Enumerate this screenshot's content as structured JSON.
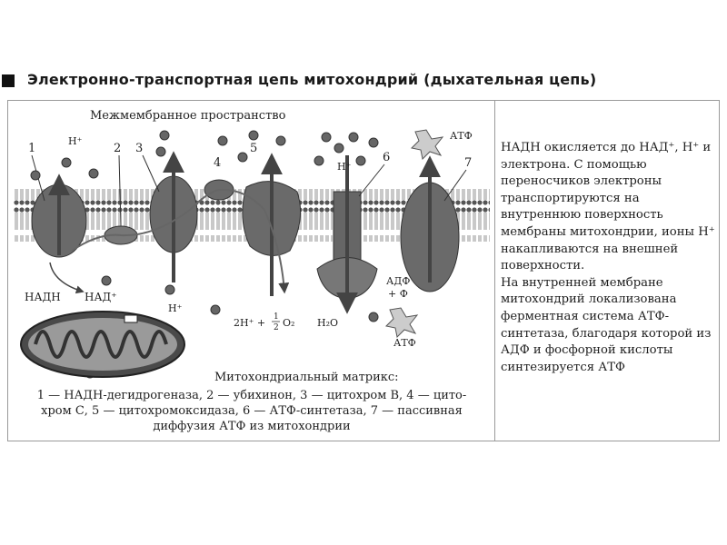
{
  "title": "Электронно-транспортная цепь митохондрий (дыхательная цепь)",
  "diagram": {
    "intermembrane_label": "Межмембранное пространство",
    "matrix_label": "Митохондриальный матрикс:",
    "numbers": [
      "1",
      "2",
      "3",
      "4",
      "5",
      "6",
      "7"
    ],
    "labels": {
      "h_plus_top": "H⁺",
      "h_plus_top2": "H⁺",
      "h_plus_bottom": "H⁺",
      "atp_top": "АТФ",
      "atp_bottom": "АТФ",
      "nadh": "НАДН",
      "nad_plus": "НАД⁺",
      "adp": "АДФ",
      "plus_p": "+ Ф",
      "water": "H₂O",
      "two_h": "2H⁺ +",
      "half_num": "1",
      "half_den": "2",
      "o2": "O₂"
    },
    "legend_lines": [
      "1 — НАДН-дегидрогеназа, 2 — убихинон, 3 — цитохром В, 4 — цито-",
      "хром С, 5 — цитохромоксидаза, 6 — АТФ-синтетаза, 7 — пассивная",
      "диффузия АТФ из митохондрии"
    ]
  },
  "side_paragraphs": [
    "НАДН окисляется до НАД⁺, H⁺ и электрона. С помощью переносчиков электроны транспортируются на внутреннюю поверхность мембраны митохондрии, ионы H⁺ накапливаются на внешней поверхности.",
    "На внутренней мембране митохондрий локализована ферментная система АТФ-синтетаза, благодаря которой из АДФ и фосфорной кислоты синтезируется АТФ"
  ]
}
